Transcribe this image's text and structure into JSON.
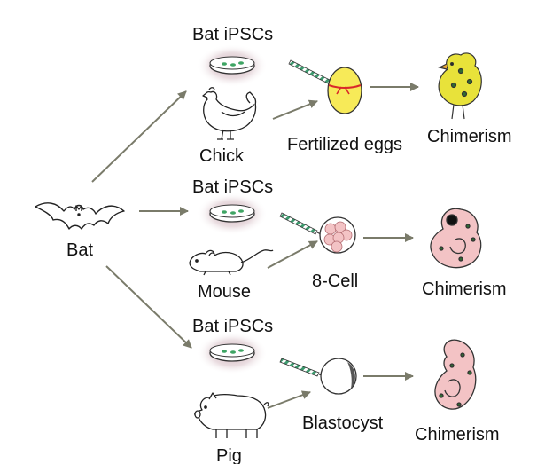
{
  "labels": {
    "bat": "Bat",
    "ipsc_top": "Bat iPSCs",
    "ipsc_mid": "Bat iPSCs",
    "ipsc_bot": "Bat iPSCs",
    "chick": "Chick",
    "mouse": "Mouse",
    "pig": "Pig",
    "fertilized_eggs": "Fertilized eggs",
    "eight_cell": "8-Cell",
    "blastocyst": "Blastocyst",
    "chimerism_top": "Chimerism",
    "chimerism_mid": "Chimerism",
    "chimerism_bot": "Chimerism"
  },
  "colors": {
    "arrow": "#7a7b6a",
    "dish_glow": "#c9a9b3",
    "cell_green": "#3fa564",
    "egg_yellow": "#f7ea58",
    "ribbon_red": "#d9282a",
    "embryo_pink": "#f3c3c5",
    "embryo_spot": "#2f6a33",
    "chick_yellow": "#e8e23a",
    "needle_green": "#3d9a6e"
  }
}
